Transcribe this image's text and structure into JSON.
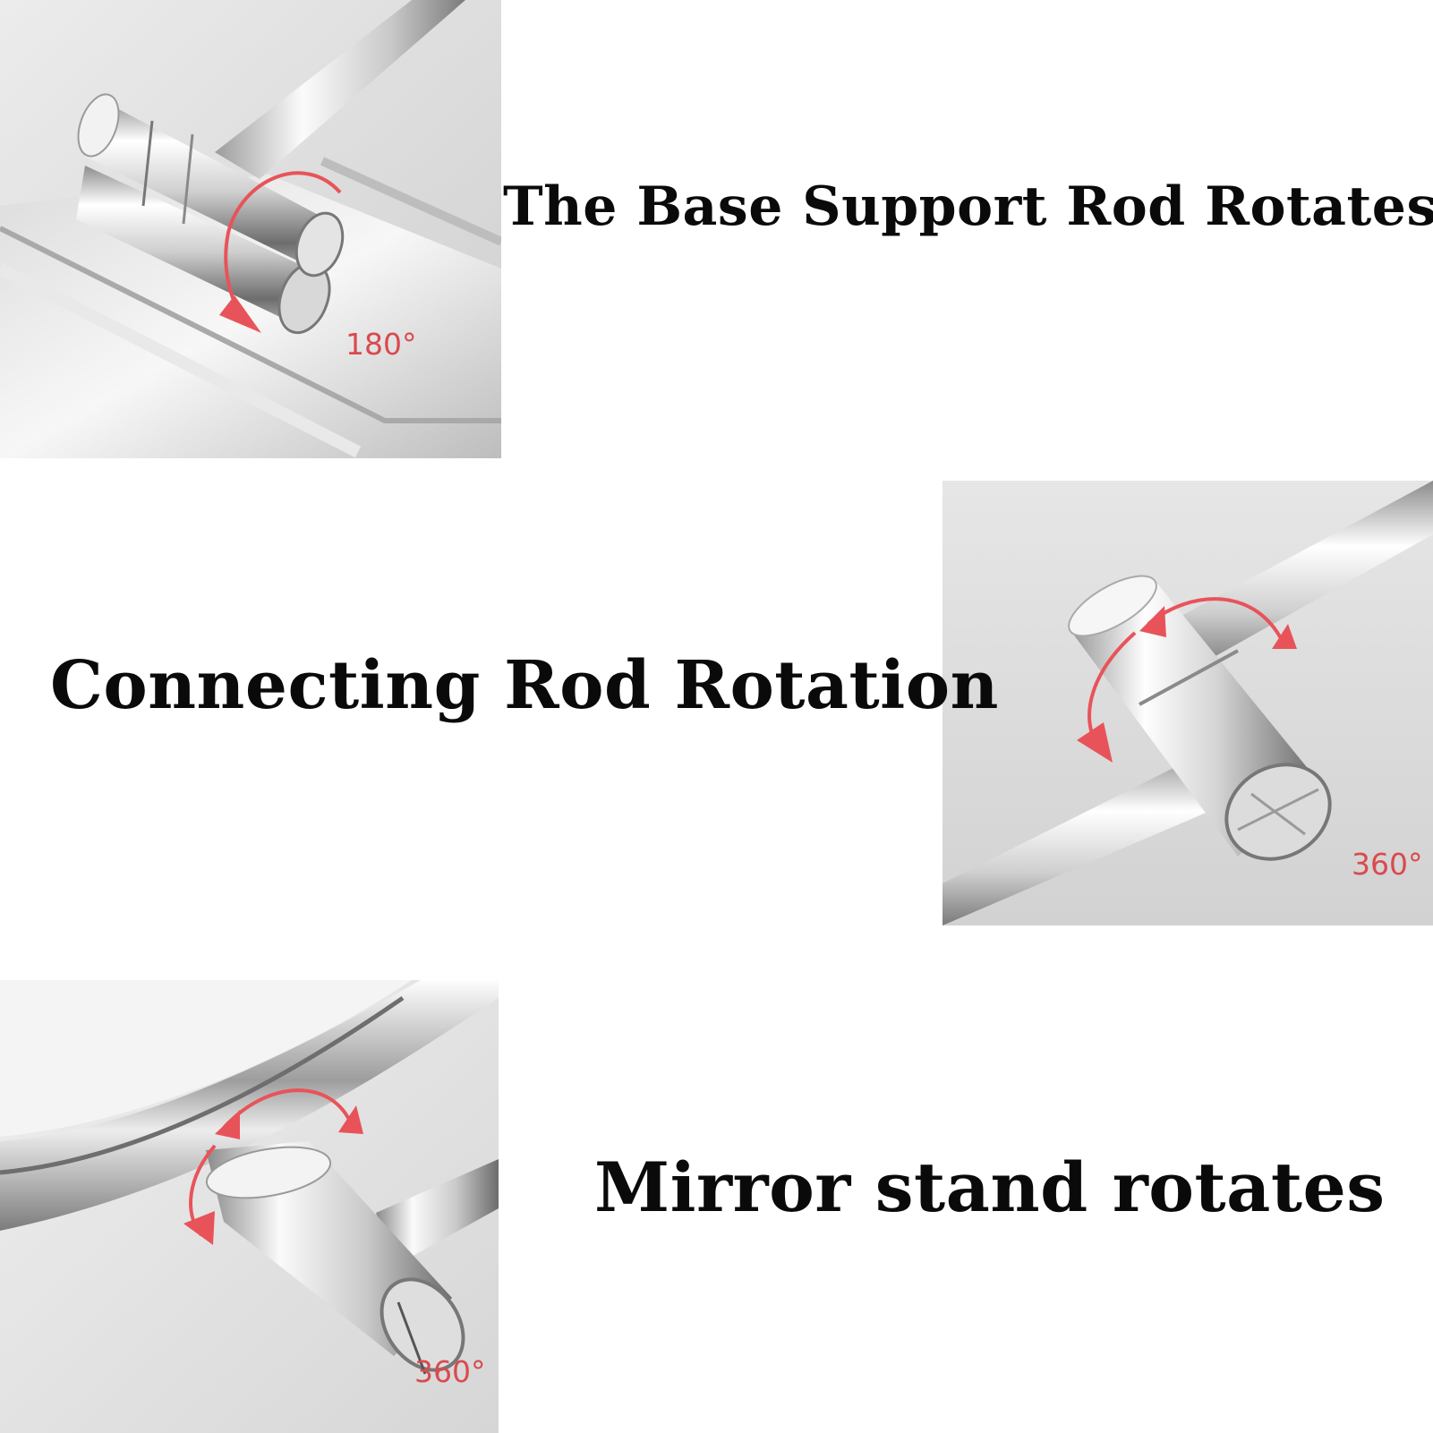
{
  "captions": {
    "base": "The Base Support Rod Rotates",
    "connecting": "Connecting Rod Rotation",
    "stand": "Mirror stand rotates"
  },
  "angles": {
    "base": "180°",
    "connecting": "360°",
    "stand": "360°"
  },
  "colors": {
    "arrow": "#e8535a",
    "label": "#d94a4f",
    "text": "#0a0a0a",
    "background": "#ffffff",
    "chrome_light": "#f4f4f4",
    "chrome_dark": "#8a8a8a"
  },
  "icons": {
    "rotation_arrow": "curved-double-arrow-icon"
  }
}
